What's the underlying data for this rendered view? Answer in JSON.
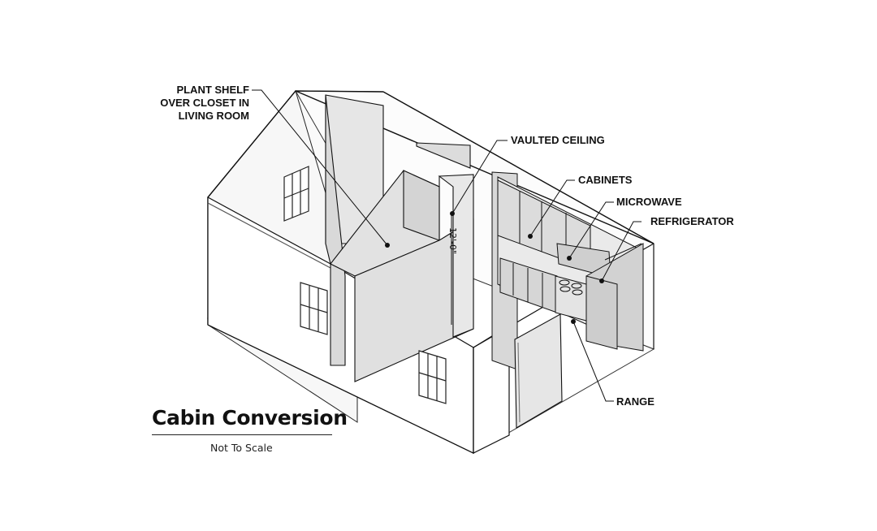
{
  "diagram": {
    "title": "Cabin Conversion",
    "subtitle": "Not To Scale",
    "dimension": "12'-0\"",
    "labels": {
      "plant_shelf": [
        "PLANT SHELF",
        "OVER CLOSET IN",
        "LIVING ROOM"
      ],
      "vaulted_ceiling": "VAULTED CEILING",
      "cabinets": "CABINETS",
      "microwave": "MICROWAVE",
      "refrigerator": "REFRIGERATOR",
      "range": "RANGE"
    }
  }
}
